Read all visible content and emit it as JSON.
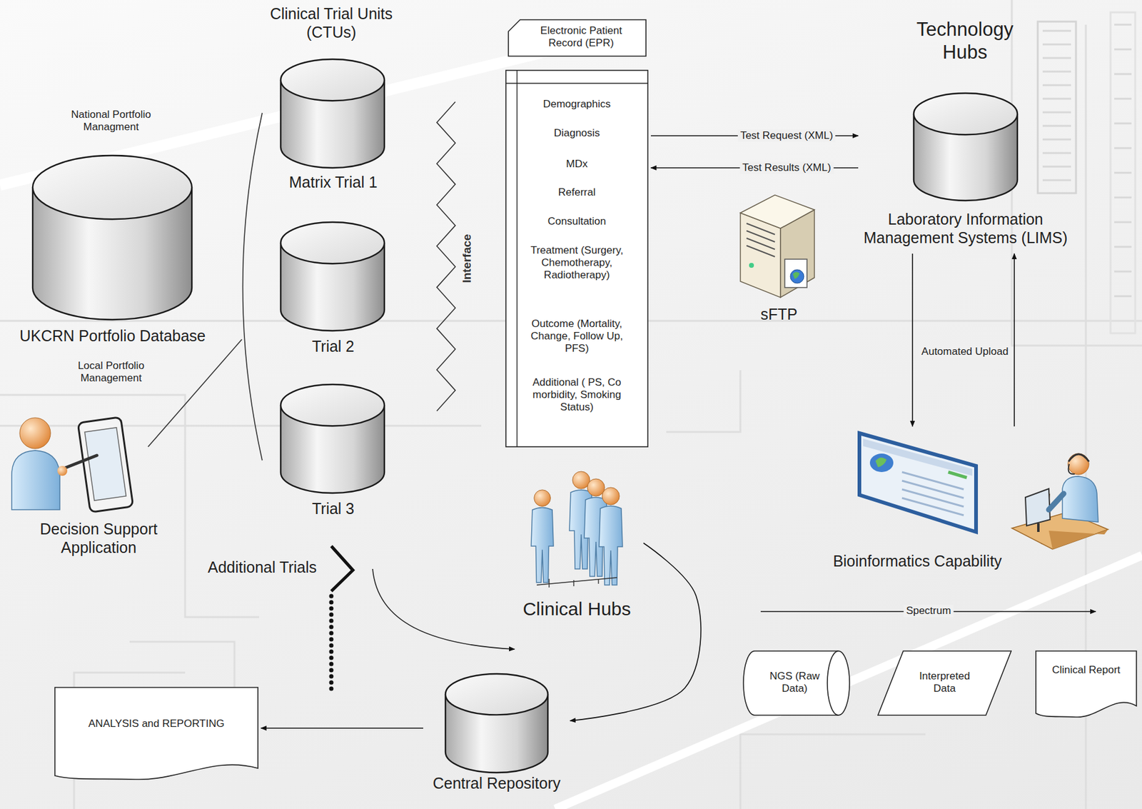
{
  "diagram": {
    "nodes": [
      {
        "text": [
          "UKCRN Portfolio Database"
        ]
      },
      {
        "text": [
          "Matrix Trial 1"
        ]
      },
      {
        "text": [
          "Trial 2"
        ]
      },
      {
        "text": [
          "Trial 3"
        ]
      },
      {
        "text": [
          "Decision Support Application"
        ]
      },
      {
        "text": [
          "Electronic Patient Record (EPR)"
        ]
      },
      {
        "text": [
          "Demographics",
          "Diagnosis",
          "MDx",
          "Referral",
          "Consultation",
          "Treatment (Surgery, Chemotherapy, Radiotherapy)",
          "Outcome (Mortality, Change, Follow Up, PFS)",
          "Additional ( PS, Co morbidity, Smoking Status)"
        ]
      },
      {
        "text": [
          "Laboratory Information Management Systems (LIMS)"
        ]
      },
      {
        "text": [
          "sFTP"
        ]
      },
      {
        "text": [
          "Bioinformatics Capability"
        ]
      },
      {
        "text": [
          "Clinical Hubs"
        ]
      },
      {
        "text": [
          "Central Repository"
        ]
      },
      {
        "text": [
          "ANALYSIS and REPORTING"
        ]
      },
      {
        "text": [
          "NGS (Raw Data)"
        ]
      },
      {
        "text": [
          "Interpreted Data"
        ]
      },
      {
        "text": [
          "Clinical Report"
        ]
      }
    ],
    "edges": [
      {
        "from": 6,
        "to": 7,
        "label": "Test Request (XML)",
        "arrow": "to"
      },
      {
        "from": 7,
        "to": 6,
        "label": "Test Results (XML)",
        "arrow": "to"
      },
      {
        "from": 7,
        "to": 9,
        "label": "Automated Upload",
        "arrow": "to"
      },
      {
        "from": 9,
        "to": 7,
        "arrow": "to"
      },
      {
        "from": 10,
        "to": 11,
        "arrow": "to"
      },
      {
        "from": 11,
        "to": 12,
        "arrow": "to"
      }
    ],
    "labels": [
      "Clinical Trial Units (CTUs)",
      "National Portfolio Managment",
      "Local Portfolio Management",
      "Interface",
      "Technology Hubs",
      "Additional Trials",
      "Spectrum"
    ]
  }
}
